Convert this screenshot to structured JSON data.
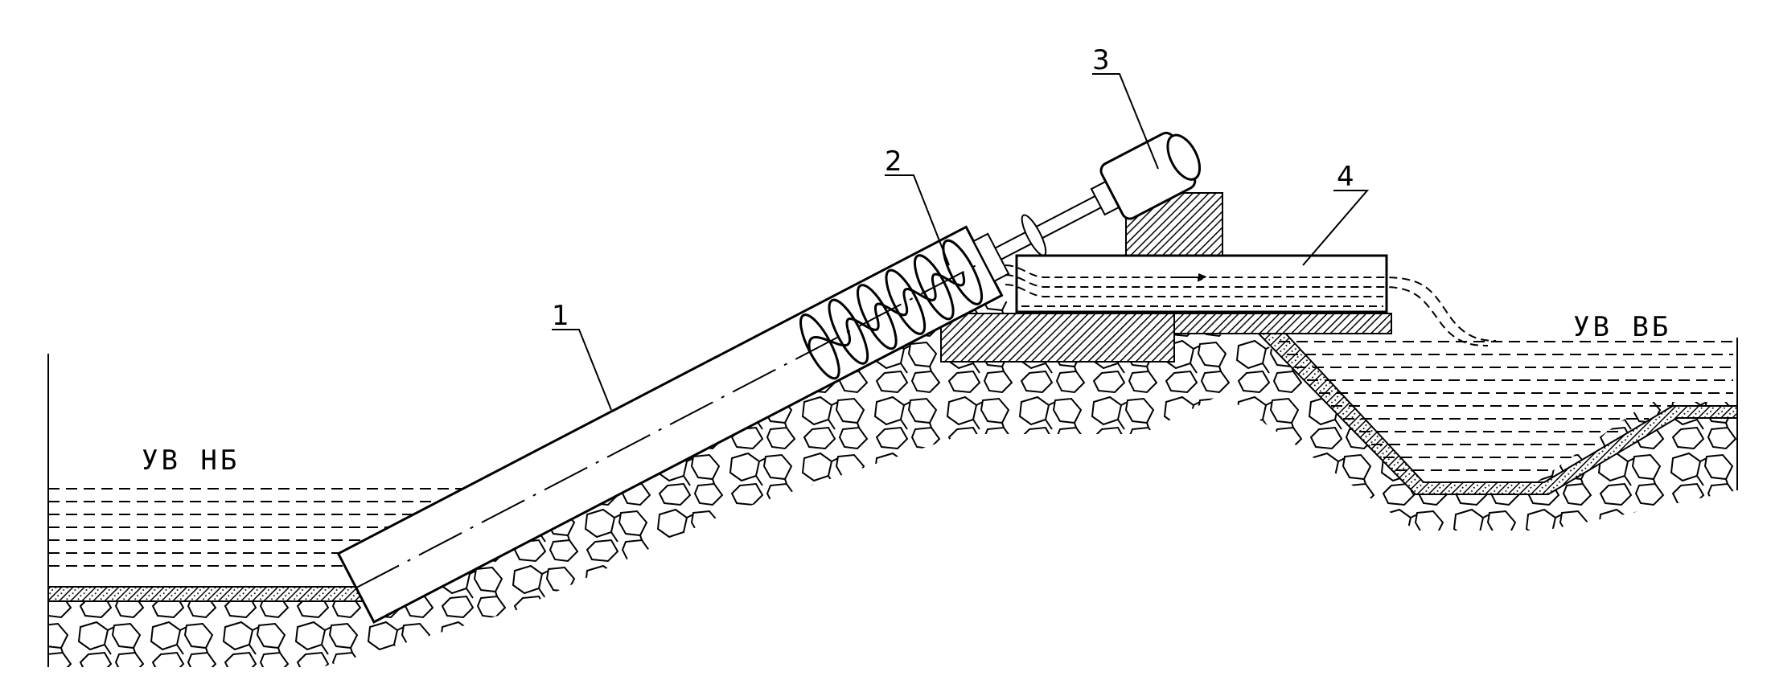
{
  "labels": {
    "callout_1": "1",
    "callout_2": "2",
    "callout_3": "3",
    "callout_4": "4",
    "water_low": "УВ НБ",
    "water_high": "УВ ВБ"
  },
  "colors": {
    "ink": "#000000",
    "paper": "#ffffff"
  }
}
